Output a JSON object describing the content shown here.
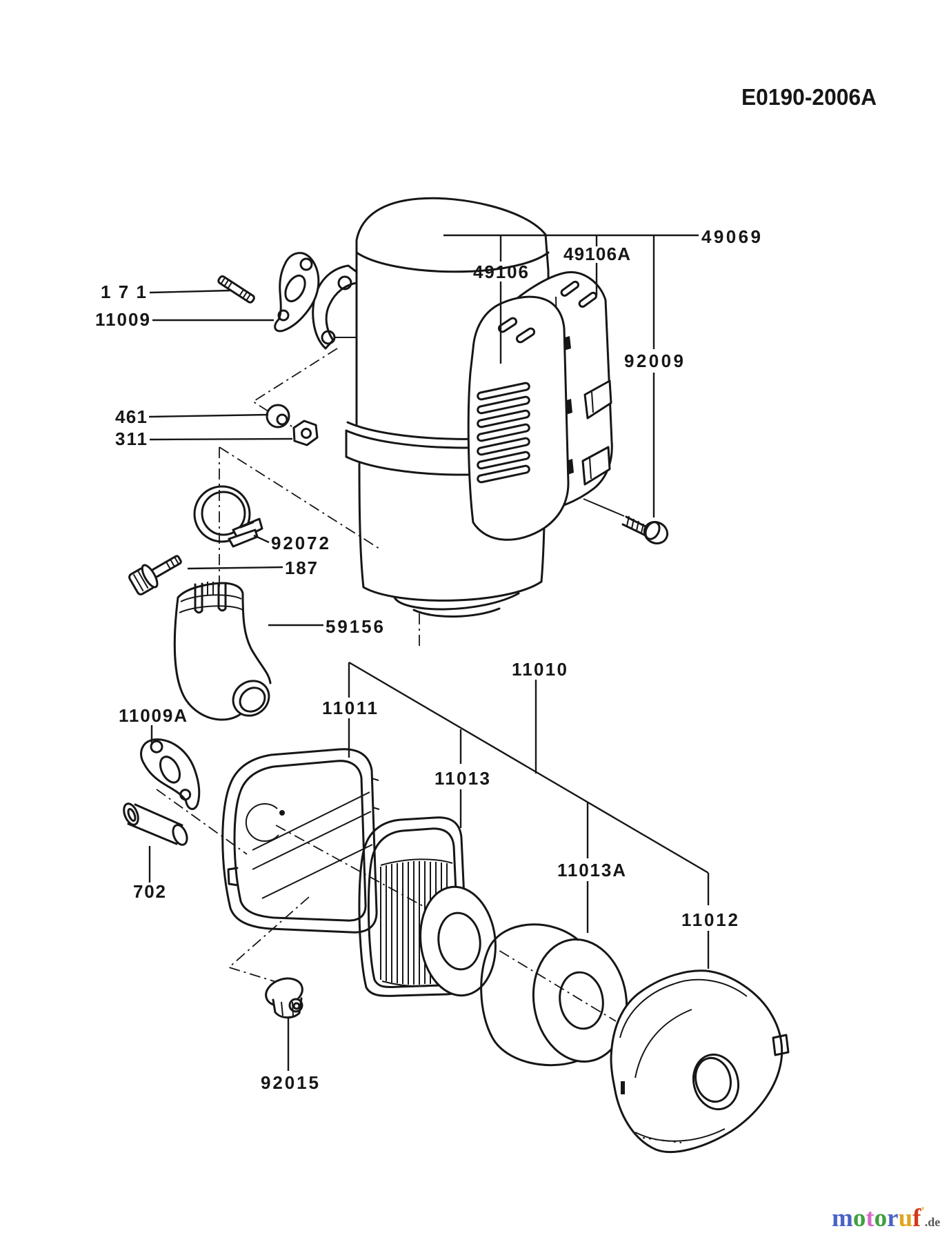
{
  "diagram": {
    "code": "E0190-2006A",
    "parts": [
      "49069",
      "49106",
      "49106A",
      "92009",
      "171",
      "11009",
      "461",
      "311",
      "92072",
      "187",
      "59156",
      "11009A",
      "702",
      "11010",
      "11011",
      "11013",
      "11013A",
      "11012",
      "92015"
    ]
  },
  "watermark": {
    "letters": [
      {
        "char": "m",
        "color": "#4a63c8"
      },
      {
        "char": "o",
        "color": "#3fa03f"
      },
      {
        "char": "t",
        "color": "#d66ac8"
      },
      {
        "char": "o",
        "color": "#3fa03f"
      },
      {
        "char": "r",
        "color": "#4a63c8"
      },
      {
        "char": "u",
        "color": "#e2a51e"
      },
      {
        "char": "f",
        "color": "#d23a18"
      },
      {
        "char": "'",
        "color": "#e2a51e"
      }
    ],
    "suffix": ".de",
    "suffix_color": "#555555"
  }
}
